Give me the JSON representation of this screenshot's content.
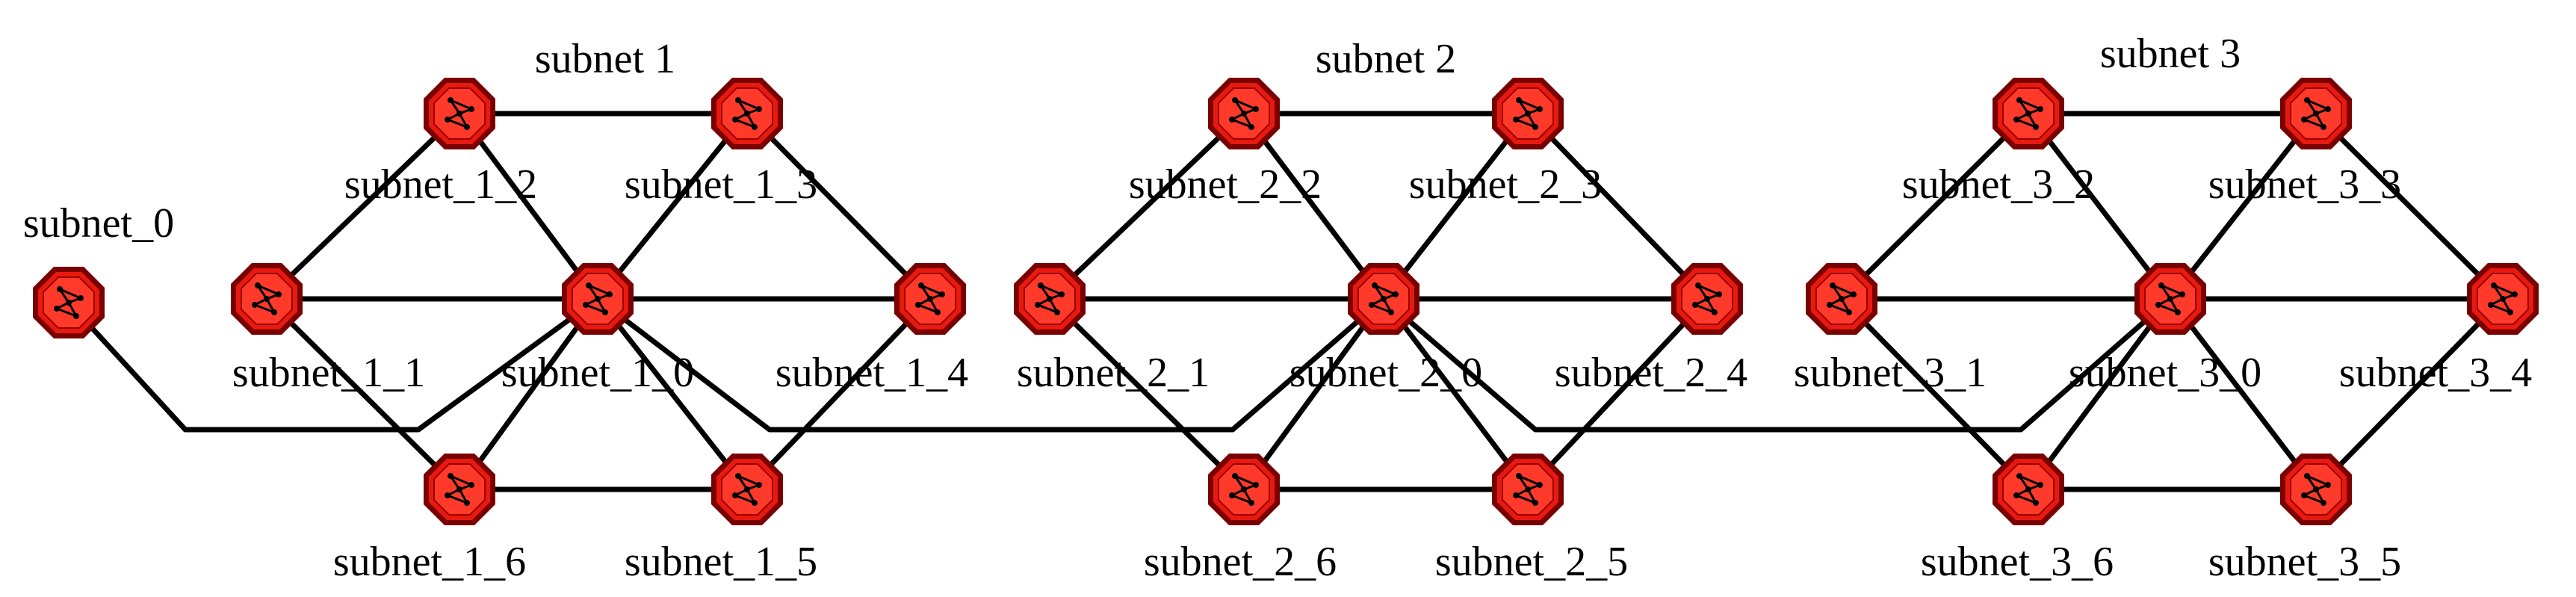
{
  "subnet_titles": {
    "s1": "subnet 1",
    "s2": "subnet 2",
    "s3": "subnet 3"
  },
  "nodes": {
    "subnet_0": "subnet_0",
    "subnet_1_0": "subnet_1_0",
    "subnet_1_1": "subnet_1_1",
    "subnet_1_2": "subnet_1_2",
    "subnet_1_3": "subnet_1_3",
    "subnet_1_4": "subnet_1_4",
    "subnet_1_5": "subnet_1_5",
    "subnet_1_6": "subnet_1_6",
    "subnet_2_0": "subnet_2_0",
    "subnet_2_1": "subnet_2_1",
    "subnet_2_2": "subnet_2_2",
    "subnet_2_3": "subnet_2_3",
    "subnet_2_4": "subnet_2_4",
    "subnet_2_5": "subnet_2_5",
    "subnet_2_6": "subnet_2_6",
    "subnet_3_0": "subnet_3_0",
    "subnet_3_1": "subnet_3_1",
    "subnet_3_2": "subnet_3_2",
    "subnet_3_3": "subnet_3_3",
    "subnet_3_4": "subnet_3_4",
    "subnet_3_5": "subnet_3_5",
    "subnet_3_6": "subnet_3_6"
  },
  "node_icon": "router-icon",
  "colors": {
    "node_fill": "#e8190f",
    "node_dark": "#7a0000",
    "edge": "#000000"
  }
}
